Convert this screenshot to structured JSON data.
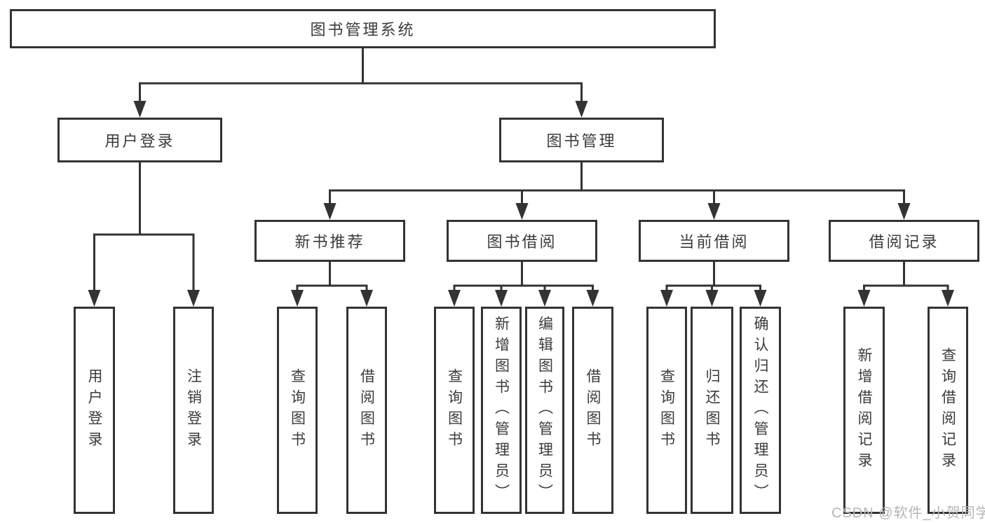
{
  "nodes": {
    "root": {
      "label": "图书管理系统"
    },
    "user_login": {
      "label": "用户登录"
    },
    "book_mgmt": {
      "label": "图书管理"
    },
    "new_book_rec": {
      "label": "新书推荐"
    },
    "book_borrow": {
      "label": "图书借阅"
    },
    "current_borrow": {
      "label": "当前借阅"
    },
    "borrow_records": {
      "label": "借阅记录"
    },
    "leaf_user_login": {
      "label": "用户登录"
    },
    "leaf_logout": {
      "label": "注销登录"
    },
    "nbr_query_books": {
      "label": "查询图书"
    },
    "nbr_borrow_books": {
      "label": "借阅图书"
    },
    "bb_query_books": {
      "label": "查询图书"
    },
    "bb_add_books": {
      "label": "新增图书（管理员）"
    },
    "bb_edit_books": {
      "label": "编辑图书（管理员）"
    },
    "bb_borrow_books": {
      "label": "借阅图书"
    },
    "cb_query_books": {
      "label": "查询图书"
    },
    "cb_return_books": {
      "label": "归还图书"
    },
    "cb_confirm_return": {
      "label": "确认归还（管理员）"
    },
    "br_add_record": {
      "label": "新增借阅记录"
    },
    "br_query_record": {
      "label": "查询借阅记录"
    }
  },
  "hierarchy": [
    {
      "parent": "root",
      "children": [
        "user_login",
        "book_mgmt"
      ]
    },
    {
      "parent": "user_login",
      "children": [
        "leaf_user_login",
        "leaf_logout"
      ]
    },
    {
      "parent": "book_mgmt",
      "children": [
        "new_book_rec",
        "book_borrow",
        "current_borrow",
        "borrow_records"
      ]
    },
    {
      "parent": "new_book_rec",
      "children": [
        "nbr_query_books",
        "nbr_borrow_books"
      ]
    },
    {
      "parent": "book_borrow",
      "children": [
        "bb_query_books",
        "bb_add_books",
        "bb_edit_books",
        "bb_borrow_books"
      ]
    },
    {
      "parent": "current_borrow",
      "children": [
        "cb_query_books",
        "cb_return_books",
        "cb_confirm_return"
      ]
    },
    {
      "parent": "borrow_records",
      "children": [
        "br_add_record",
        "br_query_record"
      ]
    }
  ],
  "watermark": {
    "text": "CSDN @软件_小贺同学",
    "color": "#b6b6b6"
  },
  "colors": {
    "line": "#333333",
    "box_border": "#333333",
    "text": "#3b3b3b",
    "background": "#ffffff"
  }
}
